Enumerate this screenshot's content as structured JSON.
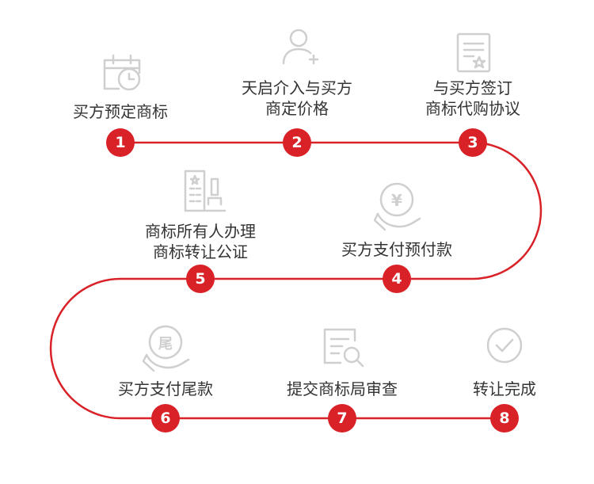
{
  "colors": {
    "accent": "#d92128",
    "icon": "#cfcfcf",
    "text": "#333333"
  },
  "steps": [
    {
      "num": "1",
      "line1": "买方预定商标",
      "line2": "",
      "icon": "calendar-clock-icon"
    },
    {
      "num": "2",
      "line1": "天启介入与买方",
      "line2": "商定价格",
      "icon": "user-add-icon"
    },
    {
      "num": "3",
      "line1": "与买方签订",
      "line2": "商标代购协议",
      "icon": "contract-document-icon"
    },
    {
      "num": "4",
      "line1": "买方支付预付款",
      "line2": "",
      "icon": "yen-hand-icon",
      "icon_text": "¥"
    },
    {
      "num": "5",
      "line1": "商标所有人办理",
      "line2": "商标转让公证",
      "icon": "building-stamp-icon"
    },
    {
      "num": "6",
      "line1": "买方支付尾款",
      "line2": "",
      "icon": "final-payment-hand-icon",
      "icon_text": "尾"
    },
    {
      "num": "7",
      "line1": "提交商标局审查",
      "line2": "",
      "icon": "document-search-icon"
    },
    {
      "num": "8",
      "line1": "转让完成",
      "line2": "",
      "icon": "check-circle-icon"
    }
  ]
}
